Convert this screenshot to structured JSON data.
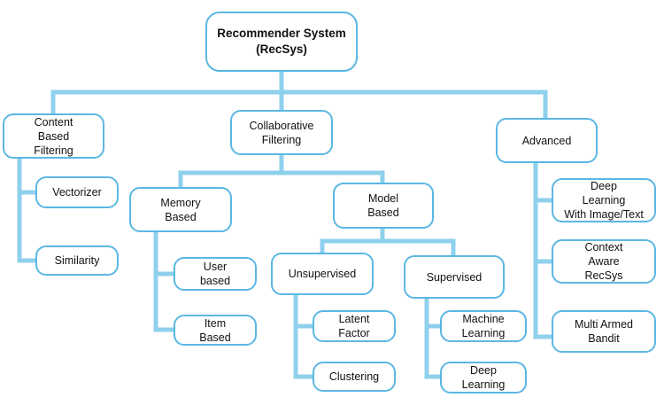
{
  "root": "Recommender System\n(RecSys)",
  "content_based": "Content\nBased\nFiltering",
  "vectorizer": "Vectorizer",
  "similarity": "Similarity",
  "collaborative": "Collaborative\nFiltering",
  "memory_based": "Memory\nBased",
  "user_based": "User\nbased",
  "item_based": "Item\nBased",
  "model_based": "Model\nBased",
  "unsupervised": "Unsupervised",
  "latent_factor": "Latent\nFactor",
  "clustering": "Clustering",
  "supervised": "Supervised",
  "machine_learning": "Machine\nLearning",
  "deep_learning": "Deep\nLearning",
  "advanced": "Advanced",
  "deep_learning_image_text": "Deep\nLearning\nWith Image/Text",
  "context_aware": "Context\nAware\nRecSys",
  "multi_armed_bandit": "Multi Armed\nBandit",
  "colors": {
    "border": "#5bb7e3",
    "connector": "#8fd0ec",
    "fill": "#ffffff"
  }
}
